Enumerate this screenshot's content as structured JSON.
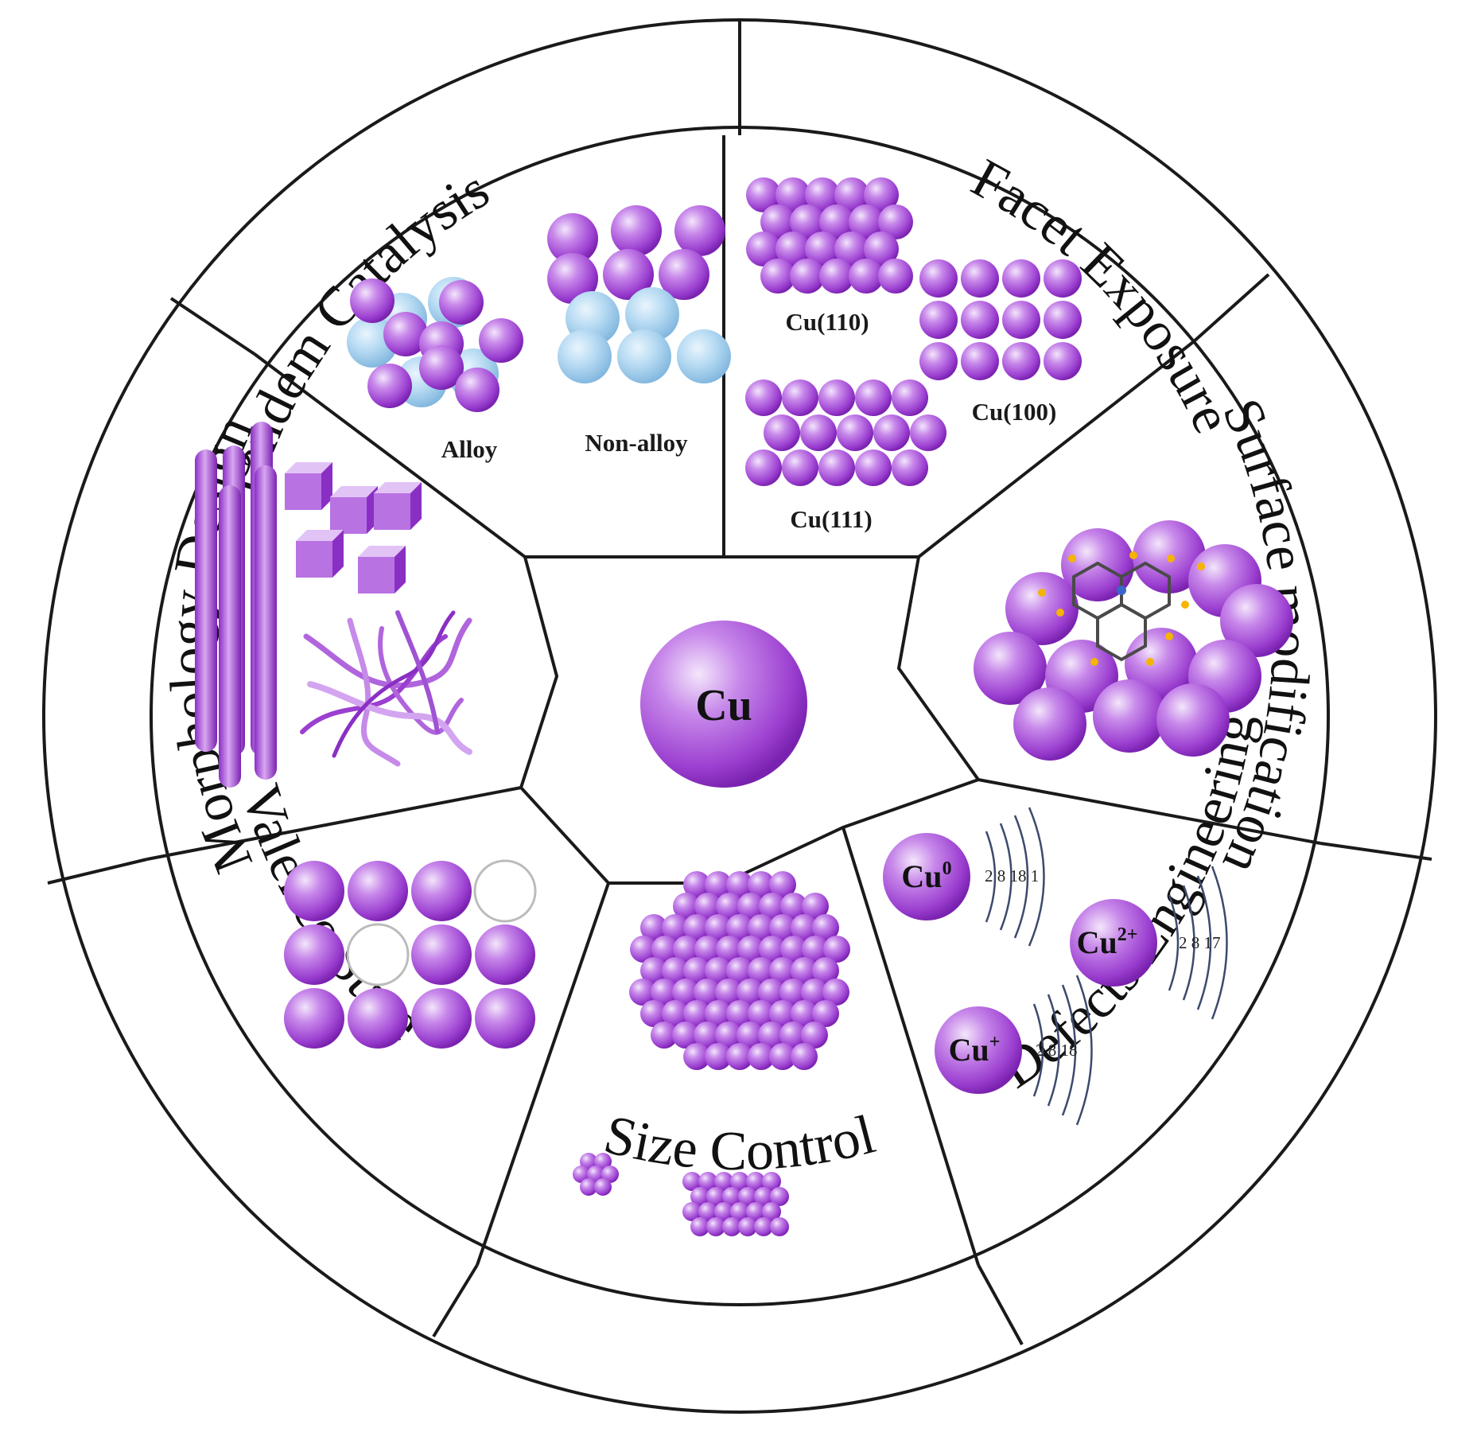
{
  "ring_titles": {
    "tandem": "Tandem Catalysis",
    "facet": "Facet Exposure",
    "surface": "Surface modification",
    "valence": "Valence State",
    "size": "Size Control",
    "defects": "Defects Engineering",
    "morphology": "Morphology Design"
  },
  "tandem": {
    "alloy": "Alloy",
    "non_alloy": "Non-alloy"
  },
  "facet": {
    "cu110": "Cu(110)",
    "cu100": "Cu(100)",
    "cu111": "Cu(111)"
  },
  "center": {
    "label": "Cu"
  },
  "valence": {
    "ions": [
      {
        "base": "Cu",
        "sup": "0",
        "shells": "2  8 18 1"
      },
      {
        "base": "Cu",
        "sup": "2+",
        "shells": "2  8  17"
      },
      {
        "base": "Cu",
        "sup": "+",
        "shells": "2  8 18"
      }
    ]
  },
  "colors": {
    "copper_atom": "#9b3fd0",
    "copper_highlight": "#e6c9f6",
    "secondary_atom": "#8fc3e8",
    "outline": "#1a1a1a",
    "vacancy": "#bbbbbb",
    "orbit": "#3c4a6e"
  }
}
